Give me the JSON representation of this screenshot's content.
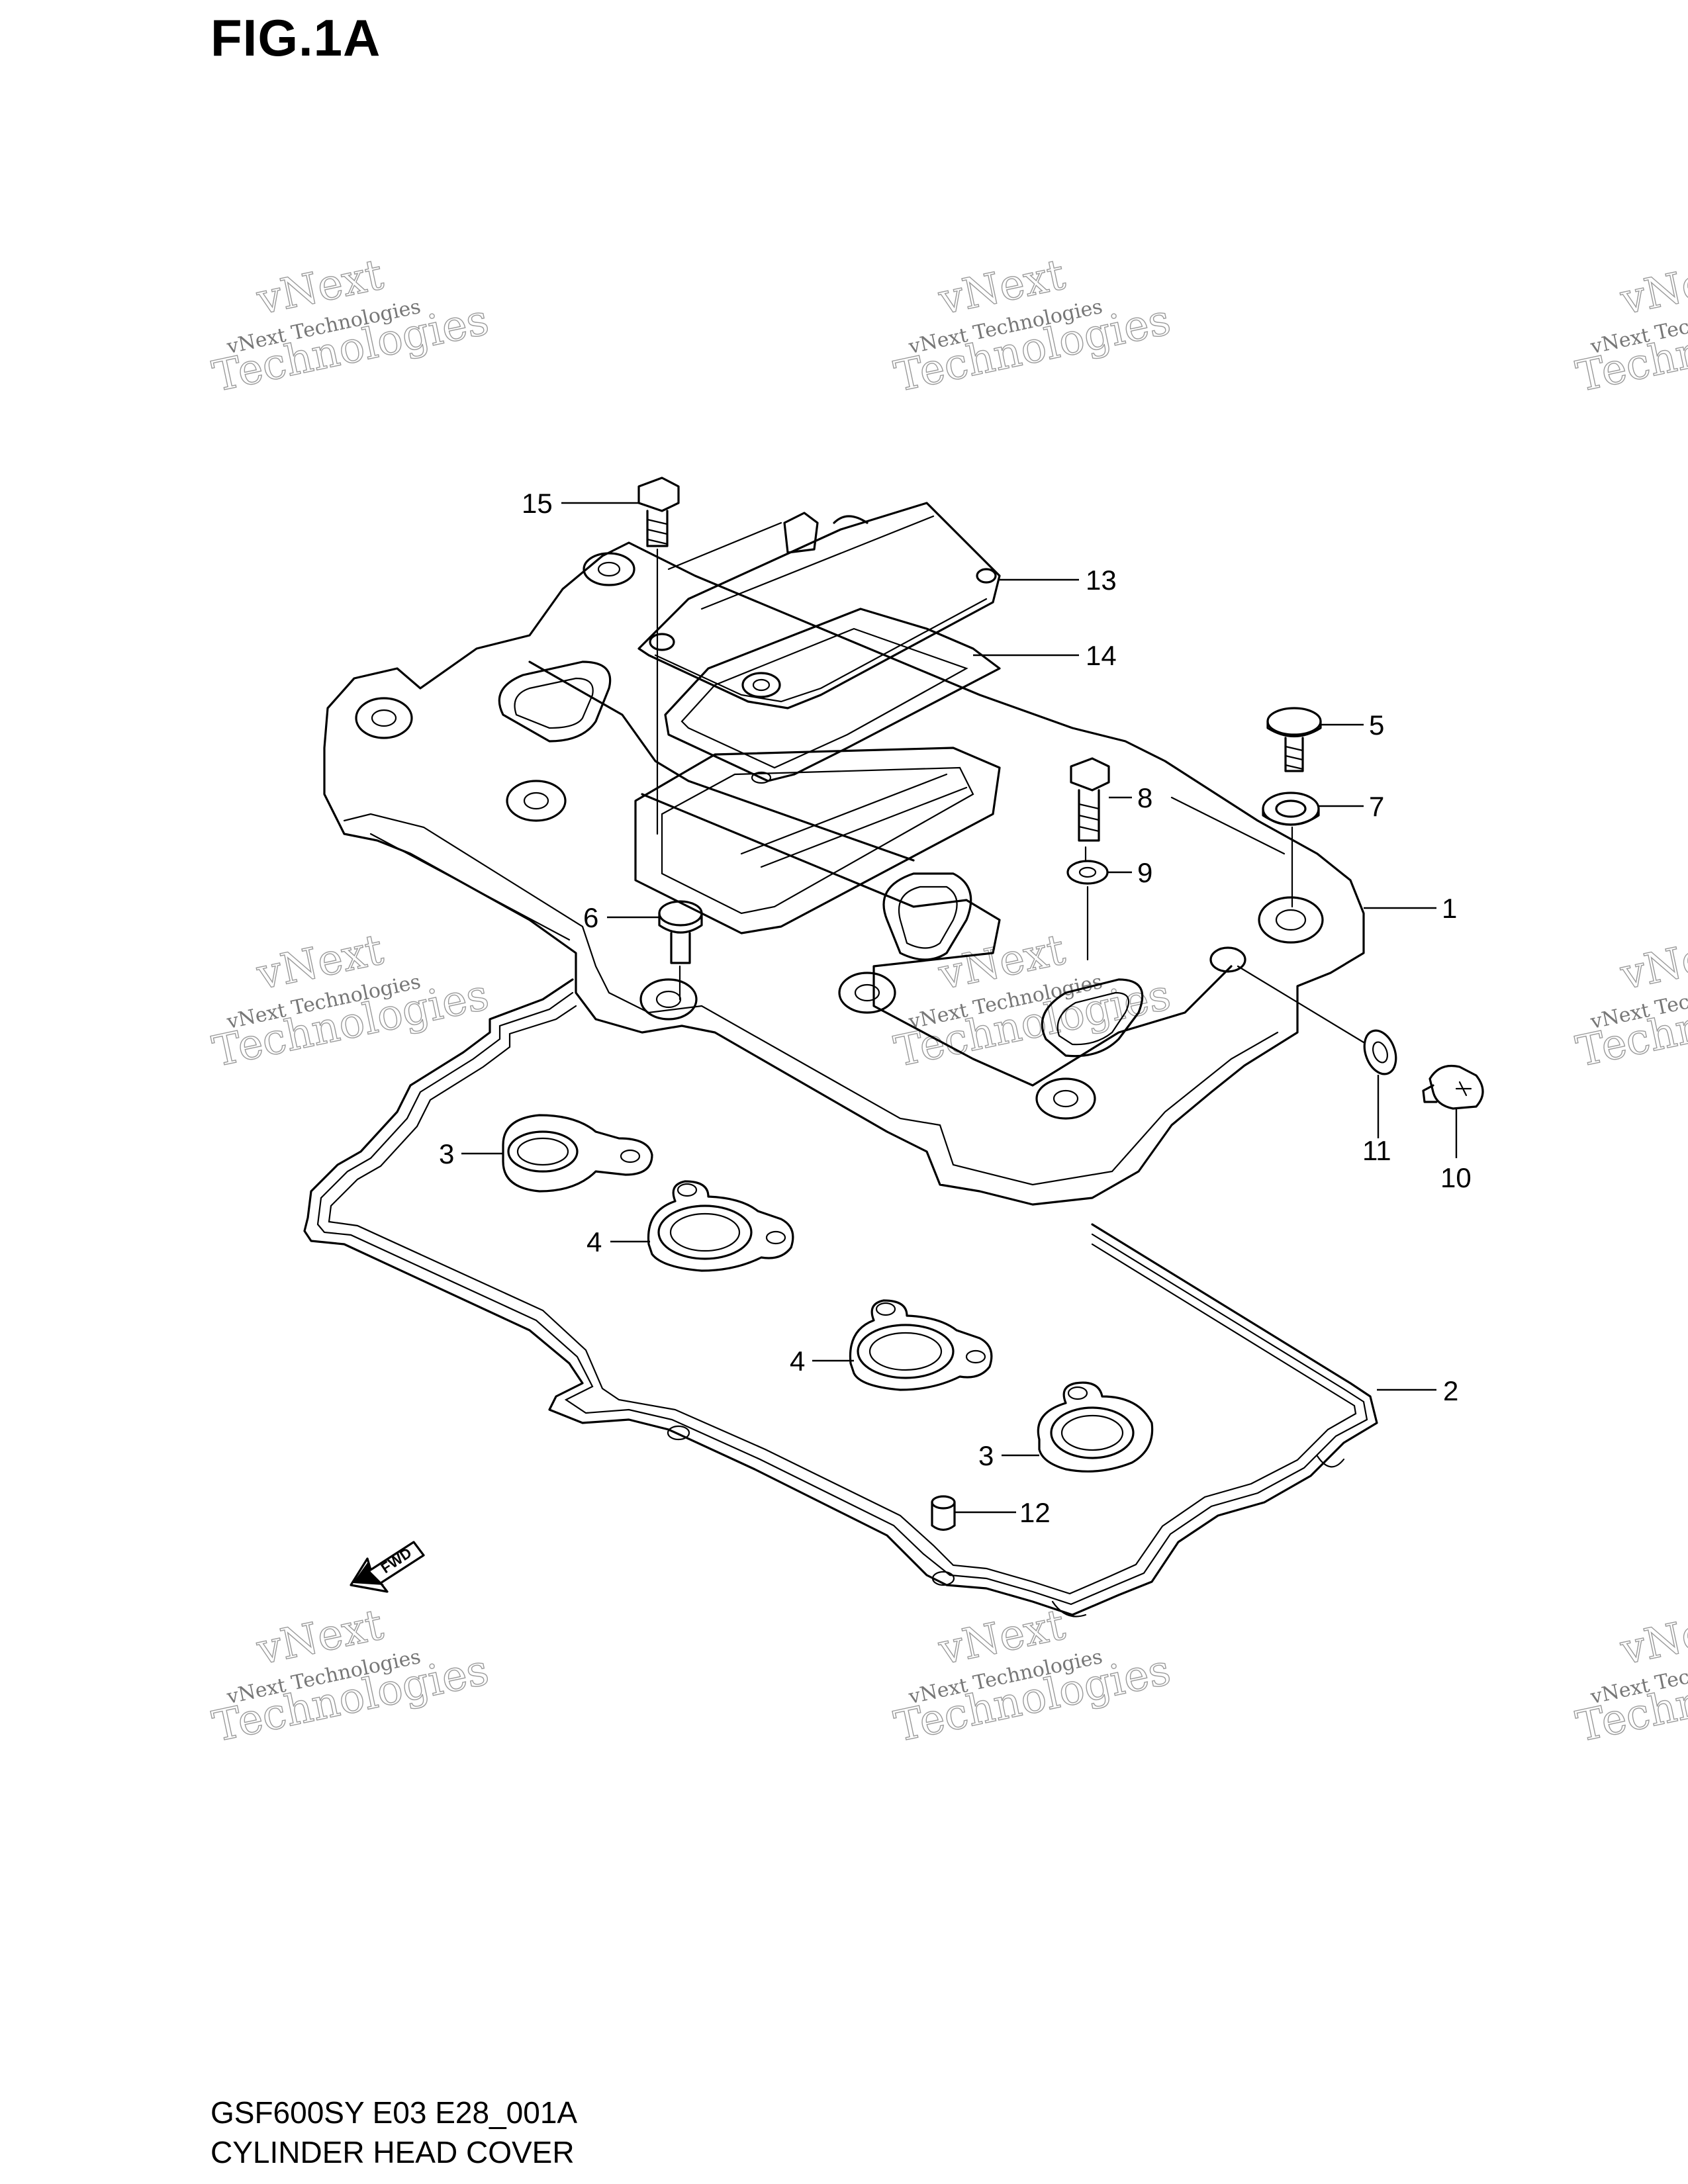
{
  "figure_title": "FIG.1A",
  "footer": {
    "code": "GSF600SY E03 E28_001A",
    "name": "CYLINDER HEAD COVER"
  },
  "watermark": {
    "line1": "vNext",
    "line2": "vNext Technologies",
    "line3": "Technologies"
  },
  "fwd_label": "FWD",
  "callouts": [
    "1",
    "2",
    "3",
    "3",
    "4",
    "4",
    "5",
    "6",
    "7",
    "8",
    "9",
    "10",
    "11",
    "12",
    "13",
    "14",
    "15"
  ]
}
